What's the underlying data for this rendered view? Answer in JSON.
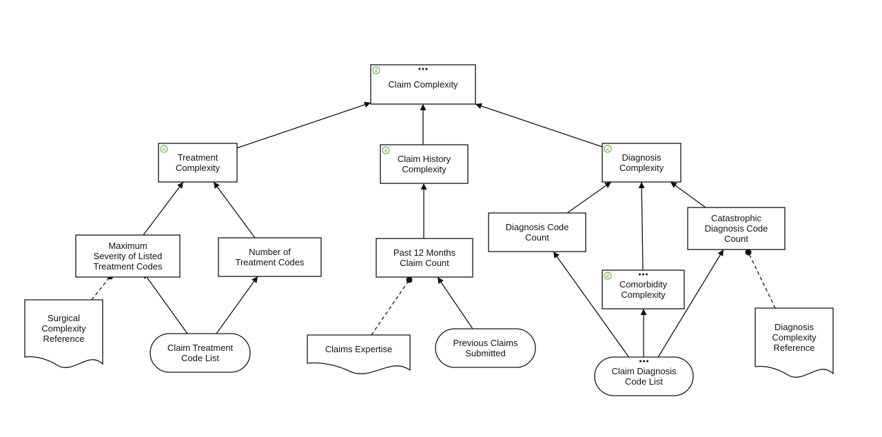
{
  "diagram": {
    "colors": {
      "line": "#111111",
      "fill": "#ffffff",
      "badge": "#6ab23e"
    },
    "nodes": {
      "claim_complexity": {
        "lines": [
          "Claim Complexity"
        ],
        "shape": "decision",
        "badge": "decision-icon",
        "ellipsis": true
      },
      "treatment_complexity": {
        "lines": [
          "Treatment",
          "Complexity"
        ],
        "shape": "decision",
        "badge": "decision-icon",
        "ellipsis": false
      },
      "claim_history_complexity": {
        "lines": [
          "Claim History",
          "Complexity"
        ],
        "shape": "decision",
        "badge": "decision-icon",
        "ellipsis": false
      },
      "diagnosis_complexity": {
        "lines": [
          "Diagnosis",
          "Complexity"
        ],
        "shape": "decision",
        "badge": "decision-icon",
        "ellipsis": false
      },
      "max_severity": {
        "lines": [
          "Maximum",
          "Severity of Listed",
          "Treatment Codes"
        ],
        "shape": "decision",
        "badge": null,
        "ellipsis": false
      },
      "number_treatment_codes": {
        "lines": [
          "Number of",
          "Treatment Codes"
        ],
        "shape": "decision",
        "badge": null,
        "ellipsis": false
      },
      "past_12_months": {
        "lines": [
          "Past 12 Months",
          "Claim Count"
        ],
        "shape": "decision",
        "badge": null,
        "ellipsis": false
      },
      "diagnosis_code_count": {
        "lines": [
          "Diagnosis Code",
          "Count"
        ],
        "shape": "decision",
        "badge": null,
        "ellipsis": false
      },
      "catastrophic": {
        "lines": [
          "Catastrophic",
          "Diagnosis Code",
          "Count"
        ],
        "shape": "decision",
        "badge": null,
        "ellipsis": false
      },
      "comorbidity": {
        "lines": [
          "Comorbidity",
          "Complexity"
        ],
        "shape": "decision",
        "badge": "decision-icon",
        "ellipsis": true
      },
      "surgical_ref": {
        "lines": [
          "Surgical",
          "Complexity",
          "Reference"
        ],
        "shape": "knowledge",
        "badge": null,
        "ellipsis": false
      },
      "claims_expertise": {
        "lines": [
          "Claims Expertise"
        ],
        "shape": "knowledge",
        "badge": null,
        "ellipsis": false
      },
      "diagnosis_ref": {
        "lines": [
          "Diagnosis",
          "Complexity",
          "Reference"
        ],
        "shape": "knowledge",
        "badge": null,
        "ellipsis": false
      },
      "claim_treatment_code_list": {
        "lines": [
          "Claim Treatment",
          "Code List"
        ],
        "shape": "input",
        "badge": null,
        "ellipsis": false
      },
      "previous_claims": {
        "lines": [
          "Previous Claims",
          "Submitted"
        ],
        "shape": "input",
        "badge": null,
        "ellipsis": false
      },
      "claim_diagnosis_code_list": {
        "lines": [
          "Claim Diagnosis",
          "Code List"
        ],
        "shape": "input",
        "badge": null,
        "ellipsis": true
      }
    },
    "edges": [
      {
        "from": "treatment_complexity",
        "to": "claim_complexity",
        "kind": "information"
      },
      {
        "from": "claim_history_complexity",
        "to": "claim_complexity",
        "kind": "information"
      },
      {
        "from": "diagnosis_complexity",
        "to": "claim_complexity",
        "kind": "information"
      },
      {
        "from": "max_severity",
        "to": "treatment_complexity",
        "kind": "information"
      },
      {
        "from": "number_treatment_codes",
        "to": "treatment_complexity",
        "kind": "information"
      },
      {
        "from": "past_12_months",
        "to": "claim_history_complexity",
        "kind": "information"
      },
      {
        "from": "diagnosis_code_count",
        "to": "diagnosis_complexity",
        "kind": "information"
      },
      {
        "from": "comorbidity",
        "to": "diagnosis_complexity",
        "kind": "information"
      },
      {
        "from": "catastrophic",
        "to": "diagnosis_complexity",
        "kind": "information"
      },
      {
        "from": "claim_treatment_code_list",
        "to": "max_severity",
        "kind": "information"
      },
      {
        "from": "claim_treatment_code_list",
        "to": "number_treatment_codes",
        "kind": "information"
      },
      {
        "from": "previous_claims",
        "to": "past_12_months",
        "kind": "information"
      },
      {
        "from": "claim_diagnosis_code_list",
        "to": "diagnosis_code_count",
        "kind": "information"
      },
      {
        "from": "claim_diagnosis_code_list",
        "to": "comorbidity",
        "kind": "information"
      },
      {
        "from": "claim_diagnosis_code_list",
        "to": "catastrophic",
        "kind": "information"
      },
      {
        "from": "surgical_ref",
        "to": "max_severity",
        "kind": "knowledge"
      },
      {
        "from": "claims_expertise",
        "to": "past_12_months",
        "kind": "knowledge"
      },
      {
        "from": "diagnosis_ref",
        "to": "catastrophic",
        "kind": "knowledge"
      }
    ]
  }
}
